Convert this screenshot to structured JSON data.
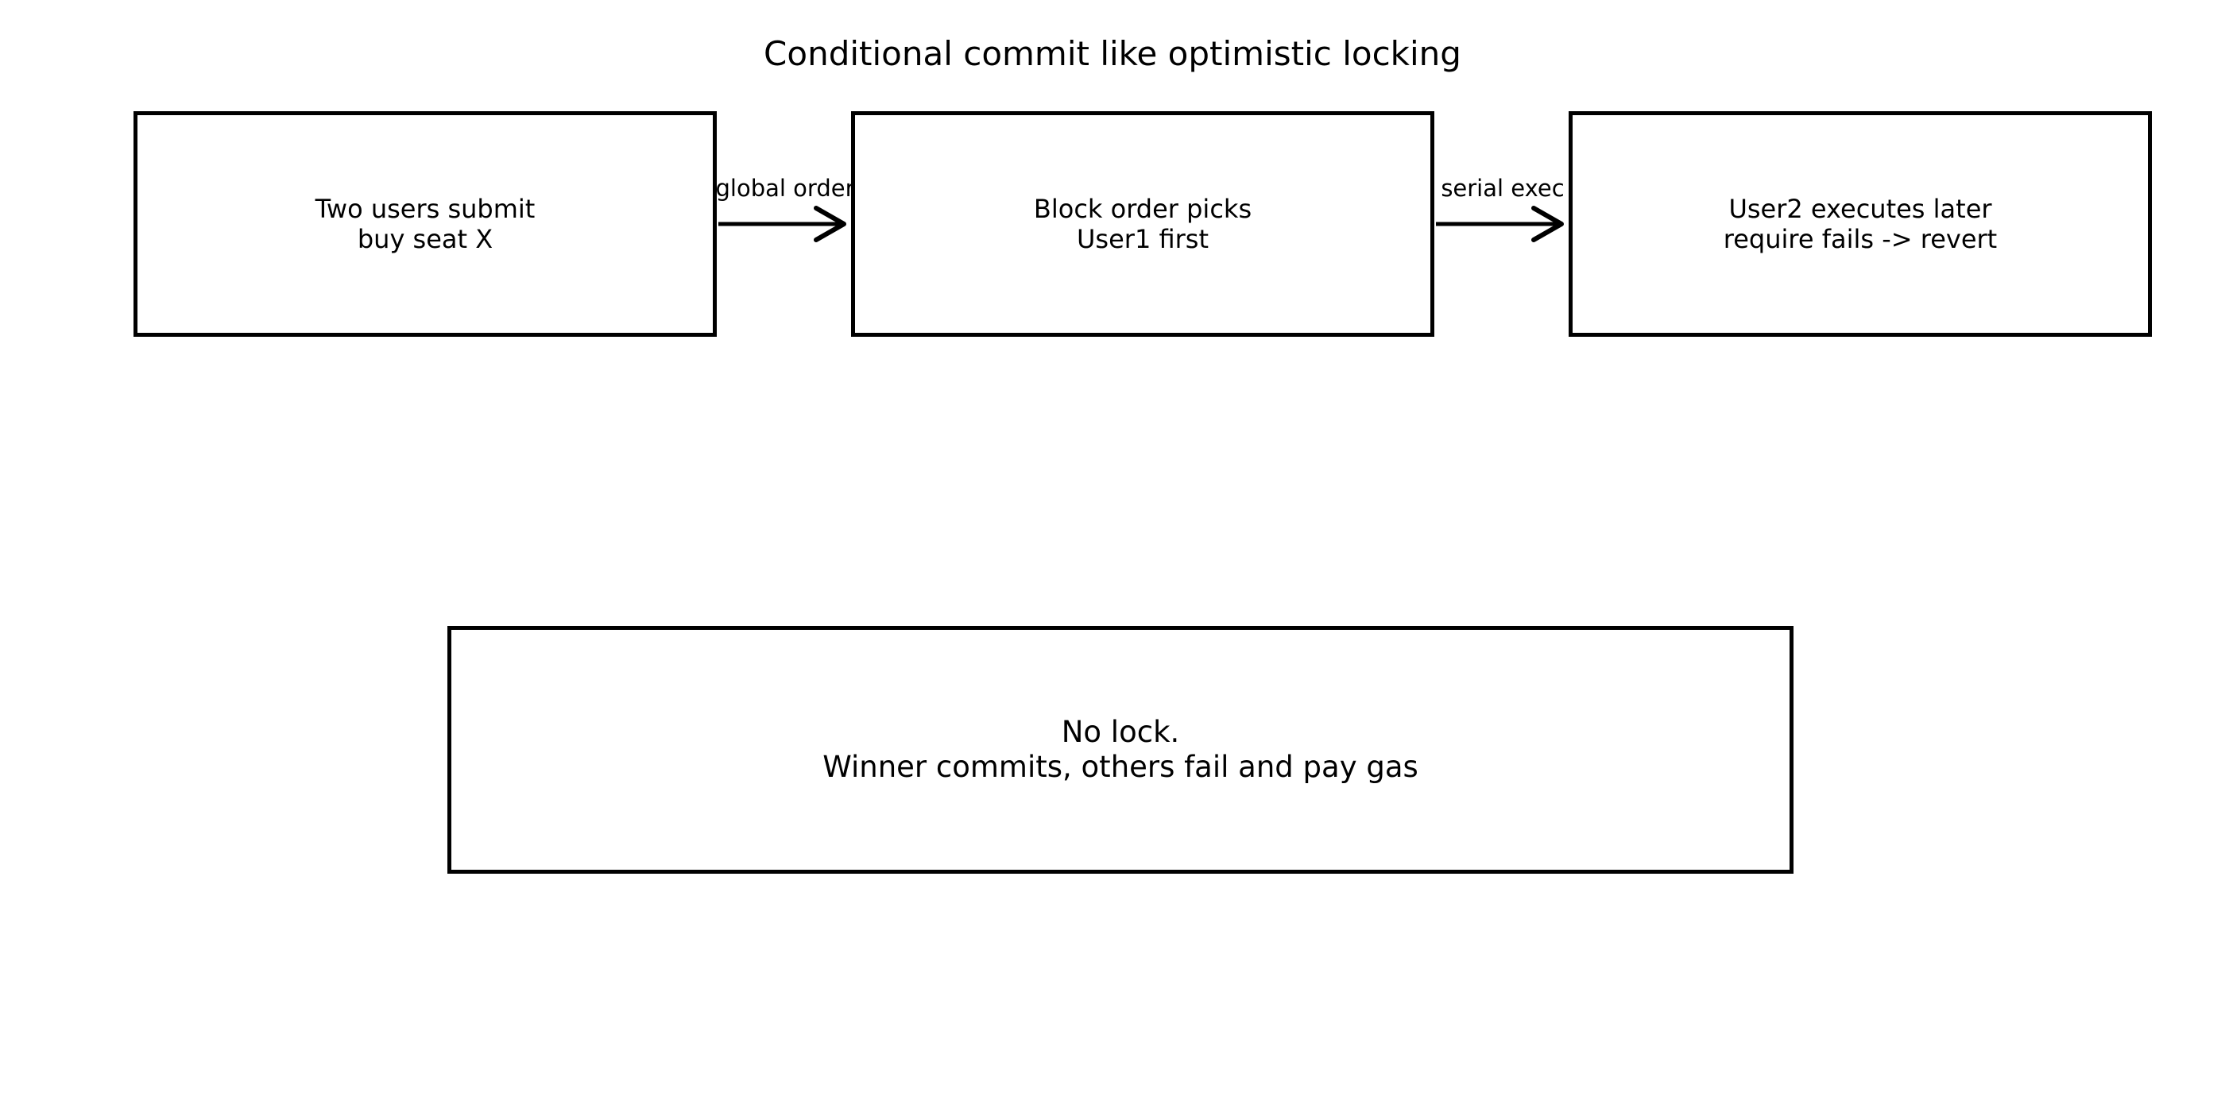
{
  "diagram": {
    "title": "Conditional commit like optimistic locking",
    "nodes": [
      {
        "id": "submit",
        "lines": [
          "Two users submit",
          "buy seat X"
        ]
      },
      {
        "id": "order",
        "lines": [
          "Block order picks",
          "User1 first"
        ]
      },
      {
        "id": "execute",
        "lines": [
          "User2 executes later",
          "require fails -> revert"
        ]
      },
      {
        "id": "summary",
        "lines": [
          "No lock.",
          "Winner commits, others fail and pay gas"
        ]
      }
    ],
    "edges": [
      {
        "from": "submit",
        "to": "order",
        "label": "global order"
      },
      {
        "from": "order",
        "to": "execute",
        "label": "serial exec"
      }
    ]
  }
}
